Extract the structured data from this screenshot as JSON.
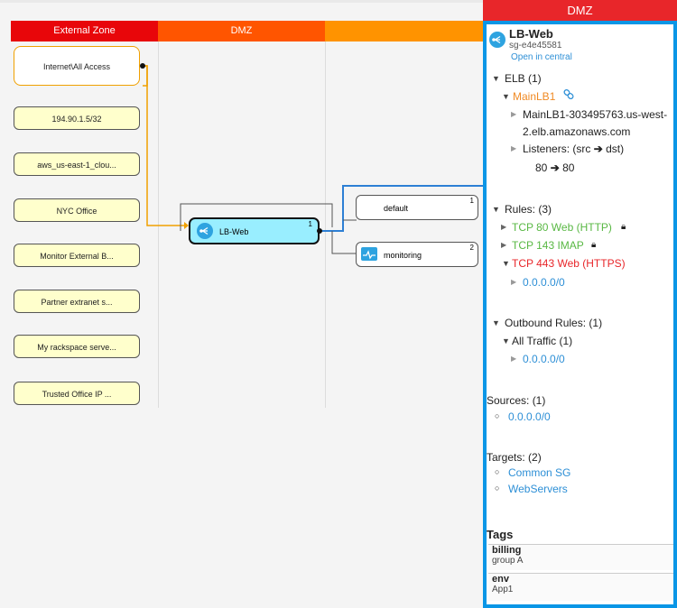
{
  "zones": [
    {
      "label": "External Zone",
      "color": "#e8060a"
    },
    {
      "label": "DMZ",
      "color": "#ff5500"
    },
    {
      "label": "",
      "color": "#ff9300"
    }
  ],
  "sources": [
    "Internet\\All Access",
    "194.90.1.5/32",
    "aws_us-east-1_clou...",
    "NYC Office",
    "Monitor External B...",
    "Partner extranet s...",
    "My rackspace serve...",
    "Trusted Office IP ..."
  ],
  "lb_node": {
    "label": "LB-Web",
    "number": "1",
    "icon": "load-balancer-icon"
  },
  "targets": [
    {
      "label": "default",
      "number": "1"
    },
    {
      "label": "monitoring",
      "number": "2",
      "icon": "monitoring-icon"
    }
  ],
  "panel": {
    "header": "DMZ",
    "title": "LB-Web",
    "subtitle": "sg-e4e45581",
    "open_link": "Open in central",
    "elb_heading": "ELB (1)",
    "elb_name": "MainLB1",
    "elb_dns_1": "MainLB1-303495763.us-west-",
    "elb_dns_2": "2.elb.amazonaws.com",
    "listeners_label": "Listeners: (src",
    "listeners_label_end": "dst)",
    "listener_src": "80",
    "listener_dst": "80",
    "rules_heading": "Rules: (3)",
    "rules": [
      {
        "label": "TCP 80 Web (HTTP)",
        "color": "#59b844",
        "locked": true
      },
      {
        "label": "TCP 143 IMAP",
        "color": "#59b844",
        "locked": true
      },
      {
        "label": "TCP 443 Web (HTTPS)",
        "color": "#e8262a",
        "locked": false
      }
    ],
    "rule_cidr": "0.0.0.0/0",
    "outbound_heading": "Outbound Rules: (1)",
    "outbound_item": "All Traffic (1)",
    "outbound_cidr": "0.0.0.0/0",
    "sources_heading": "Sources: (1)",
    "sources_item": "0.0.0.0/0",
    "targets_heading": "Targets: (2)",
    "targets_items": [
      "Common SG",
      "WebServers"
    ],
    "tags_heading": "Tags",
    "tags": [
      {
        "key": "billing",
        "value": "group A"
      },
      {
        "key": "env",
        "value": "App1"
      }
    ]
  }
}
